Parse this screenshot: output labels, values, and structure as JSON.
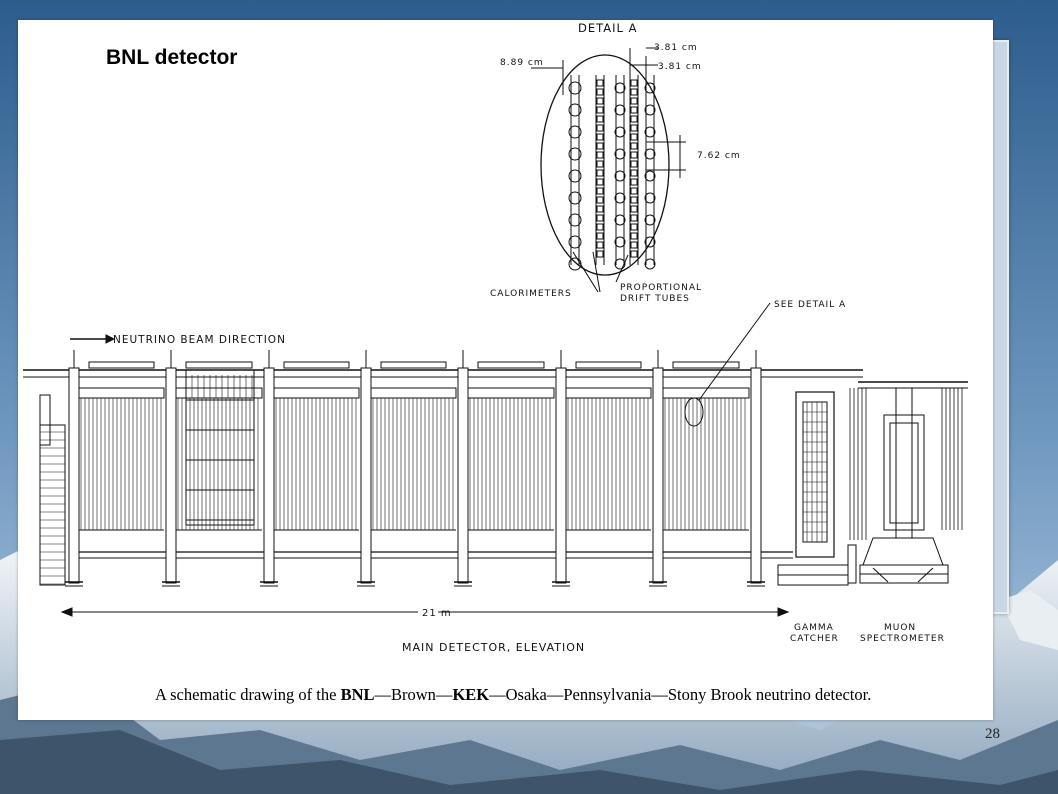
{
  "slide": {
    "title": "BNL detector",
    "page_number": "28"
  },
  "figure": {
    "detail_title": "DETAIL A",
    "dim_width": "8.89 cm",
    "dim_gap_1": "3.81 cm",
    "dim_gap_2": "3.81 cm",
    "dim_pitch": "7.62 cm",
    "label_calorimeters": "CALORIMETERS",
    "label_drift_1": "PROPORTIONAL",
    "label_drift_2": "DRIFT TUBES",
    "label_see_detail": "SEE DETAIL A",
    "label_beam": "NEUTRINO BEAM DIRECTION",
    "label_length": "21 m",
    "label_elevation": "MAIN DETECTOR, ELEVATION",
    "label_gamma_1": "GAMMA",
    "label_gamma_2": "CATCHER",
    "label_muon_1": "MUON",
    "label_muon_2": "SPECTROMETER"
  },
  "caption": {
    "prefix": "A schematic drawing of the ",
    "bold_bnl": "BNL",
    "sep1": "—Brown—",
    "bold_kek": "KEK",
    "suffix": "—Osaka—Pennsylvania—Stony Brook neutrino detector."
  },
  "colors": {
    "sky_top": "#2f5f8f",
    "sky_bottom": "#a8c4dc",
    "slide": "#ffffff",
    "ink": "#111111"
  }
}
